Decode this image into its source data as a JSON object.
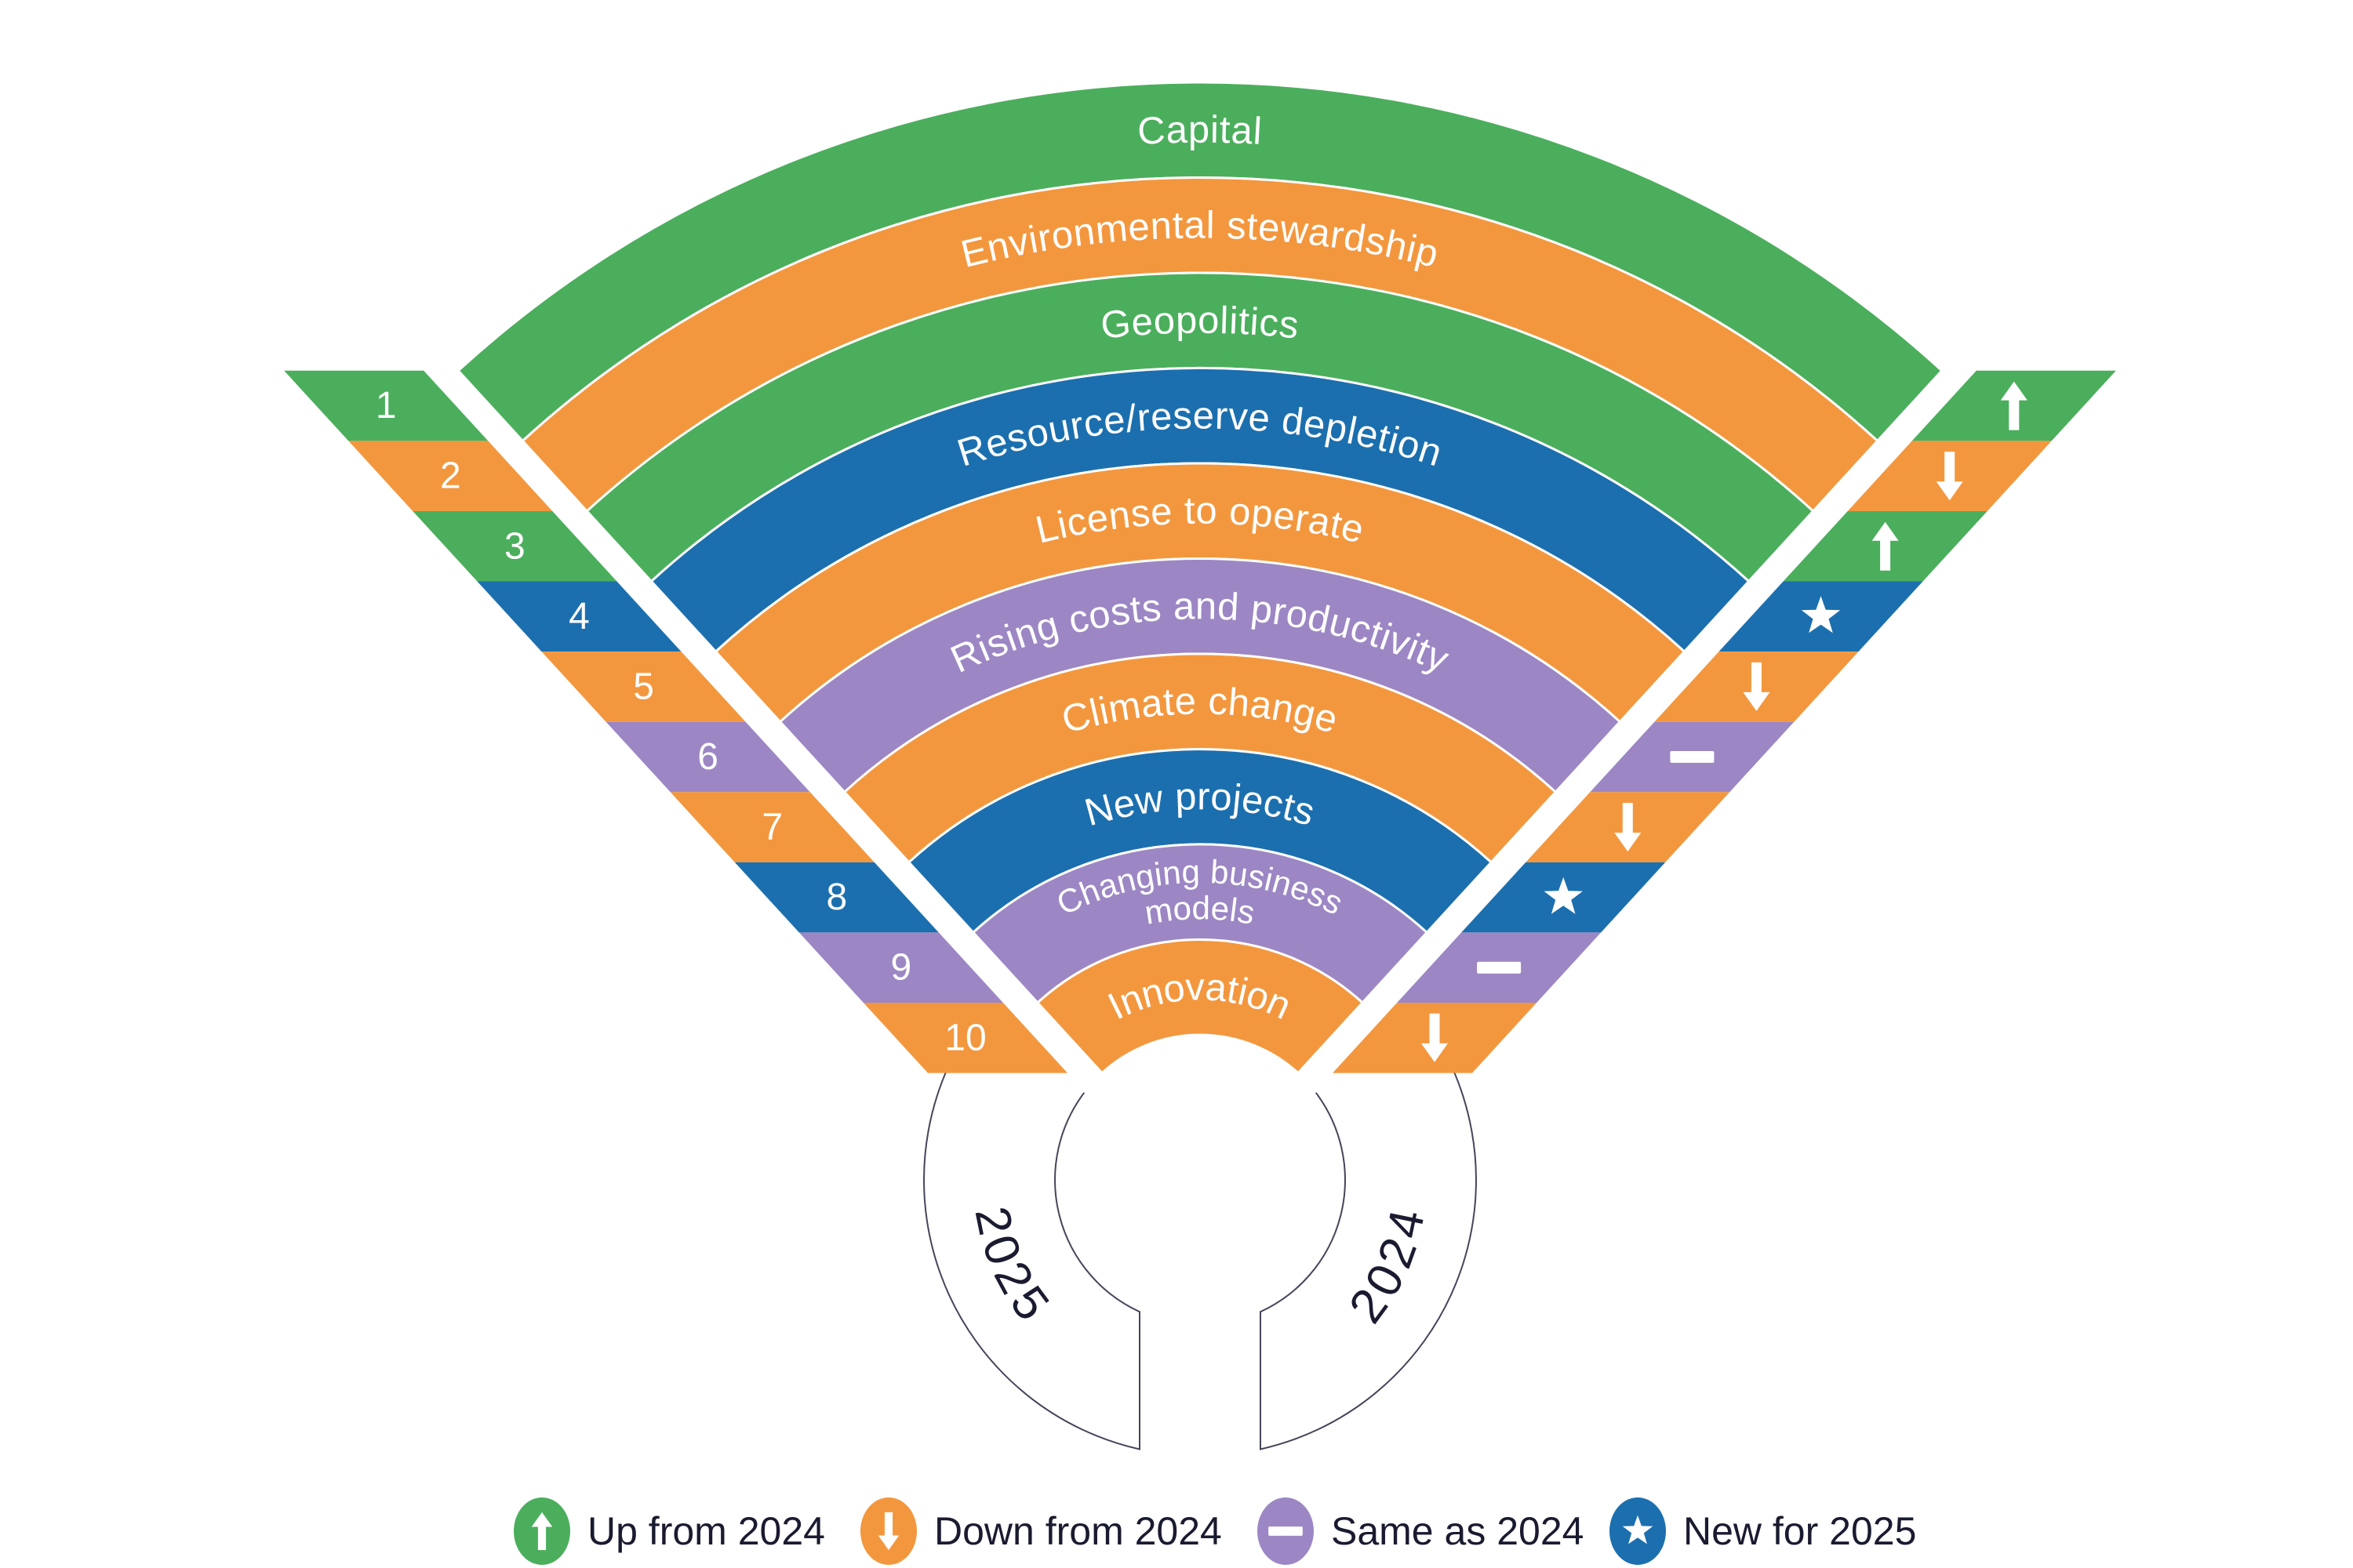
{
  "chart_data": {
    "type": "radial-fan-ranking",
    "years": {
      "current": "2025",
      "previous": "2024"
    },
    "ranks": [
      {
        "rank": 1,
        "label": "Capital",
        "change": "up"
      },
      {
        "rank": 2,
        "label": "Environmental stewardship",
        "change": "down"
      },
      {
        "rank": 3,
        "label": "Geopolitics",
        "change": "up"
      },
      {
        "rank": 4,
        "label": "Resource/reserve depletion",
        "change": "new"
      },
      {
        "rank": 5,
        "label": "License to operate",
        "change": "down"
      },
      {
        "rank": 6,
        "label": "Rising costs and productivity",
        "change": "same"
      },
      {
        "rank": 7,
        "label": "Climate change",
        "change": "down"
      },
      {
        "rank": 8,
        "label": "New projects",
        "change": "new"
      },
      {
        "rank": 9,
        "label": "Changing business models",
        "lines": [
          "Changing business",
          "models"
        ],
        "change": "same"
      },
      {
        "rank": 10,
        "label": "Innovation",
        "change": "down"
      }
    ],
    "change_colors": {
      "up": "#4BAE5C",
      "down": "#F3973E",
      "same": "#9C87C4",
      "new": "#1C6FAE"
    },
    "change_icons": {
      "up": "up-arrow",
      "down": "down-arrow",
      "same": "dash",
      "new": "star"
    },
    "text_color": "#1A1A30",
    "ring_stroke_color": "#45455A",
    "legend": [
      {
        "icon": "up-arrow",
        "change": "up",
        "label": "Up from 2024"
      },
      {
        "icon": "down-arrow",
        "change": "down",
        "label": "Down from 2024"
      },
      {
        "icon": "dash",
        "change": "same",
        "label": "Same as 2024"
      },
      {
        "icon": "star",
        "change": "new",
        "label": "New for 2025"
      }
    ]
  }
}
